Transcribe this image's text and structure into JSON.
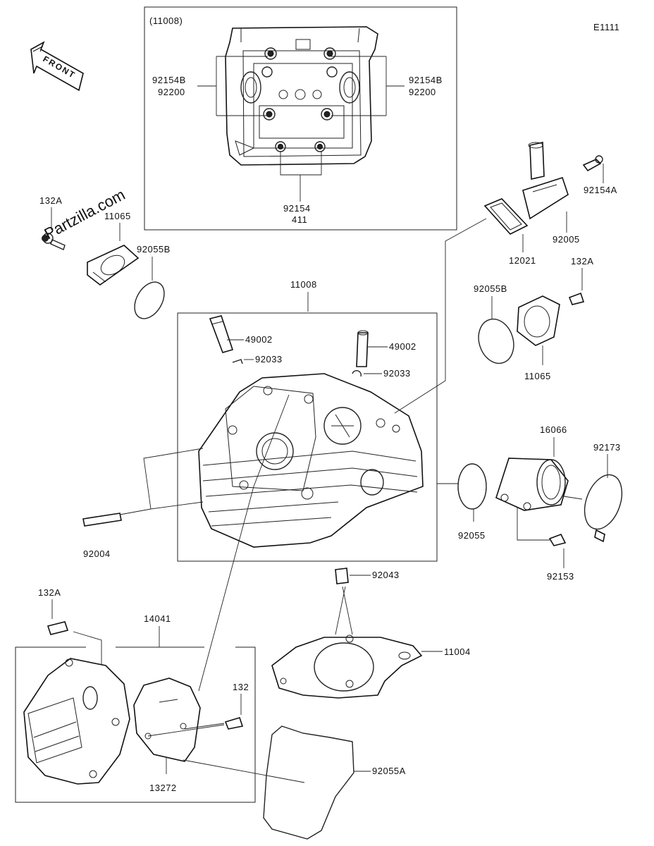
{
  "diagram_code": "E1111",
  "watermark": "Partzilla.com",
  "front_label": "FRONT",
  "inset": {
    "title": "(11008)",
    "labels": {
      "left_top": "92154B",
      "left_bottom": "92200",
      "right_top": "92154B",
      "right_bottom": "92200",
      "bottom_top": "92154",
      "bottom_bottom": "411"
    }
  },
  "parts": {
    "p132A_left": "132A",
    "p11065_left": "11065",
    "p92055B_left": "92055B",
    "p11008": "11008",
    "p49002_a": "49002",
    "p92033_a": "92033",
    "p49002_b": "49002",
    "p92033_b": "92033",
    "p92154A": "92154A",
    "p92005": "92005",
    "p12021": "12021",
    "p132A_right": "132A",
    "p92055B_right": "92055B",
    "p11065_right": "11065",
    "p16066": "16066",
    "p92173": "92173",
    "p92055": "92055",
    "p92153": "92153",
    "p92004": "92004",
    "p92043": "92043",
    "p11004": "11004",
    "p132A_bottom": "132A",
    "p14041": "14041",
    "p132": "132",
    "p13272": "13272",
    "p92055A": "92055A"
  }
}
